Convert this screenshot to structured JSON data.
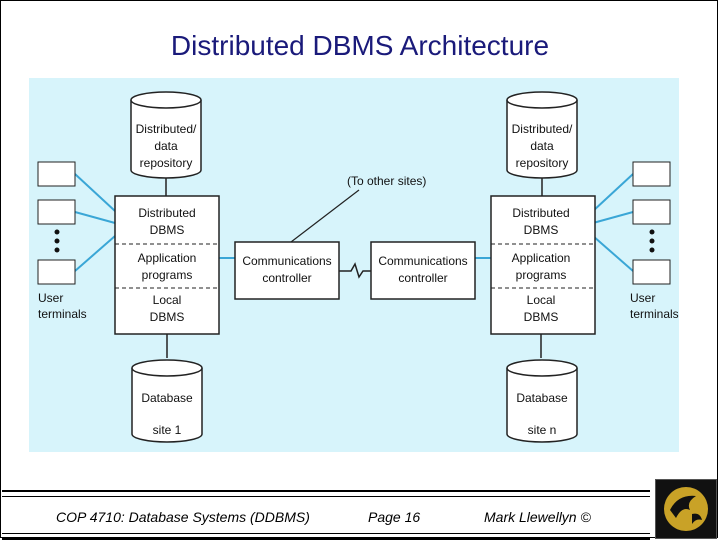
{
  "slide": {
    "title": "Distributed DBMS Architecture"
  },
  "diagram": {
    "site_left": {
      "repository": [
        "Distributed/",
        "data",
        "repository"
      ],
      "dbms_stack": [
        "Distributed",
        "DBMS",
        "Application",
        "programs",
        "Local",
        "DBMS"
      ],
      "comm": [
        "Communications",
        "controller"
      ],
      "database": [
        "Database",
        "site 1"
      ],
      "terminals": [
        "User",
        "terminals"
      ]
    },
    "site_right": {
      "repository": [
        "Distributed/",
        "data",
        "repository"
      ],
      "dbms_stack": [
        "Distributed",
        "DBMS",
        "Application",
        "programs",
        "Local",
        "DBMS"
      ],
      "comm": [
        "Communications",
        "controller"
      ],
      "database": [
        "Database",
        "site n"
      ],
      "terminals": [
        "User",
        "terminals"
      ]
    },
    "other_sites": "(To other sites)"
  },
  "footer": {
    "course": "COP 4710: Database Systems (DDBMS)",
    "page": "Page 16",
    "author": "Mark Llewellyn ©"
  },
  "colors": {
    "title": "#1a1a7a",
    "diagram_bg": "#d7f4fb",
    "connector": "#3aa6d6"
  }
}
